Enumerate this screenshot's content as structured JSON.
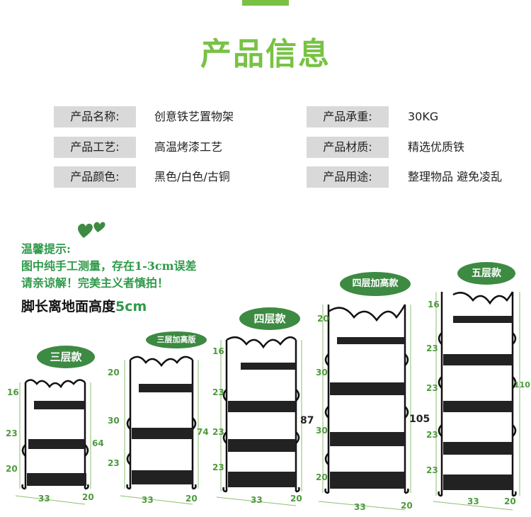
{
  "page_title": "产品信息",
  "specs": [
    {
      "label": "产品名称:",
      "value": "创意铁艺置物架"
    },
    {
      "label": "产品承重:",
      "value": "30KG"
    },
    {
      "label": "产品工艺:",
      "value": "高温烤漆工艺"
    },
    {
      "label": "产品材质:",
      "value": "精选优质铁"
    },
    {
      "label": "产品颜色:",
      "value": "黑色/白色/古铜"
    },
    {
      "label": "产品用途:",
      "value": "整理物品 避免凌乱"
    }
  ],
  "tip": {
    "heading": "温馨提示:",
    "line1": "图中纯手工测量，存在1-3cm误差",
    "line2": "请亲谅解！完美主义者慎拍！"
  },
  "foot_note": {
    "text": "脚长离地面高度",
    "value": "5cm"
  },
  "racks": [
    {
      "badge": "三层款",
      "total_height": "64",
      "width": "33",
      "depth": "20",
      "segments": [
        "16",
        "23",
        "20"
      ]
    },
    {
      "badge": "三层加高版",
      "total_height": "74",
      "width": "33",
      "depth": "20",
      "segments": [
        "20",
        "30",
        "23"
      ]
    },
    {
      "badge": "四层款",
      "total_height": "87",
      "width": "33",
      "depth": "20",
      "segments": [
        "16",
        "23",
        "23",
        "23"
      ]
    },
    {
      "badge": "四层加高款",
      "total_height": "105",
      "width": "33",
      "depth": "20",
      "segments": [
        "20",
        "30",
        "30",
        "20"
      ]
    },
    {
      "badge": "五层款",
      "total_height": "110",
      "width": "33",
      "depth": "20",
      "segments": [
        "16",
        "23",
        "23",
        "23",
        "23"
      ]
    }
  ],
  "colors": {
    "accent_green": "#78c244",
    "label_bg": "#d9d9d9",
    "badge_green": "#3d8a42",
    "dim_green": "#4e9a3c",
    "tip_green": "#2f9a4a"
  }
}
